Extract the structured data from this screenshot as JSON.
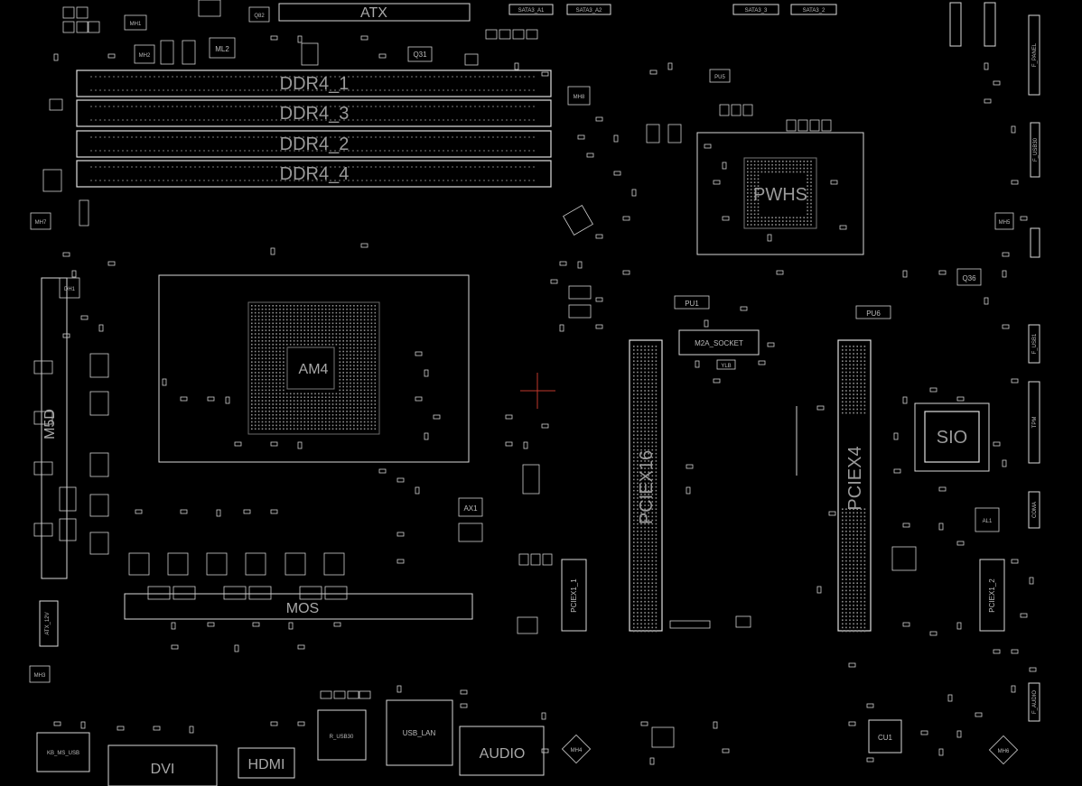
{
  "board": {
    "background": "#000000",
    "outline_color": "#d8d8d8",
    "crosshair_color": "#c0392b"
  },
  "labels": {
    "atx": "ATX",
    "ddr4_1": "DDR4_1",
    "ddr4_3": "DDR4_3",
    "ddr4_2": "DDR4_2",
    "ddr4_4": "DDR4_4",
    "cpu": "AM4",
    "pch": "PWHS",
    "sio": "SIO",
    "pciex16": "PCIEX16",
    "pciex4": "PCIEX4",
    "pciex1_1": "PCIEX1_1",
    "pciex1_2": "PCIEX1_2",
    "m2a": "M2A_SOCKET",
    "mos": "MOS",
    "dvi": "DVI",
    "hdmi": "HDMI",
    "audio": "AUDIO",
    "usb_lan": "USB_LAN",
    "kb_ms_usb": "KB_MS_USB",
    "r_usb30": "R_USB30",
    "atx_12v": "ATX_12V",
    "cu1": "CU1",
    "ax1": "AX1",
    "sata3_1": "SATA3_A1",
    "sata3_2": "SATA3_A2",
    "sata3_3": "SATA3_3",
    "sata3_4": "SATA3_2",
    "f_panel": "F_PANEL",
    "f_usb1": "F_USB1",
    "f_usb30": "F_USB30",
    "tpm": "TPM",
    "coma": "COMA",
    "f_audio": "F_AUDIO",
    "q31": "Q31",
    "q36": "Q36",
    "ml2": "ML2",
    "pu1": "PU1",
    "pu6": "PU6",
    "mh1": "MH1",
    "mh2": "MH2",
    "mh3": "MH3",
    "mh4": "MH4",
    "mh5": "MH5",
    "mh6": "MH6",
    "mh7": "MH7",
    "mh8": "MH8",
    "ylb": "YLB",
    "al1": "AL1"
  }
}
